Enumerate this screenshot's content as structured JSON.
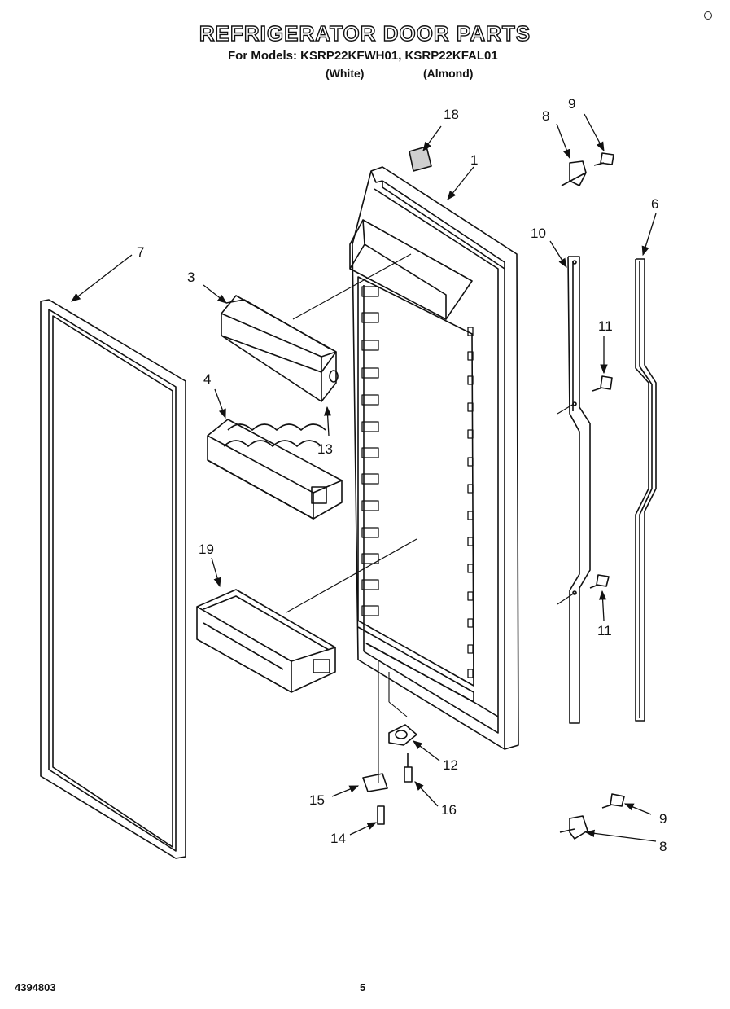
{
  "header": {
    "title": "REFRIGERATOR DOOR PARTS",
    "models": "For Models: KSRP22KFWH01, KSRP22KFAL01",
    "variant_white": "(White)",
    "variant_almond": "(Almond)"
  },
  "callouts": [
    "18",
    "1",
    "8",
    "9",
    "6",
    "10",
    "7",
    "3",
    "4",
    "13",
    "11",
    "19",
    "11",
    "12",
    "15",
    "16",
    "14",
    "9",
    "8"
  ],
  "footer": {
    "doc_number": "4394803",
    "page_number": "5"
  }
}
